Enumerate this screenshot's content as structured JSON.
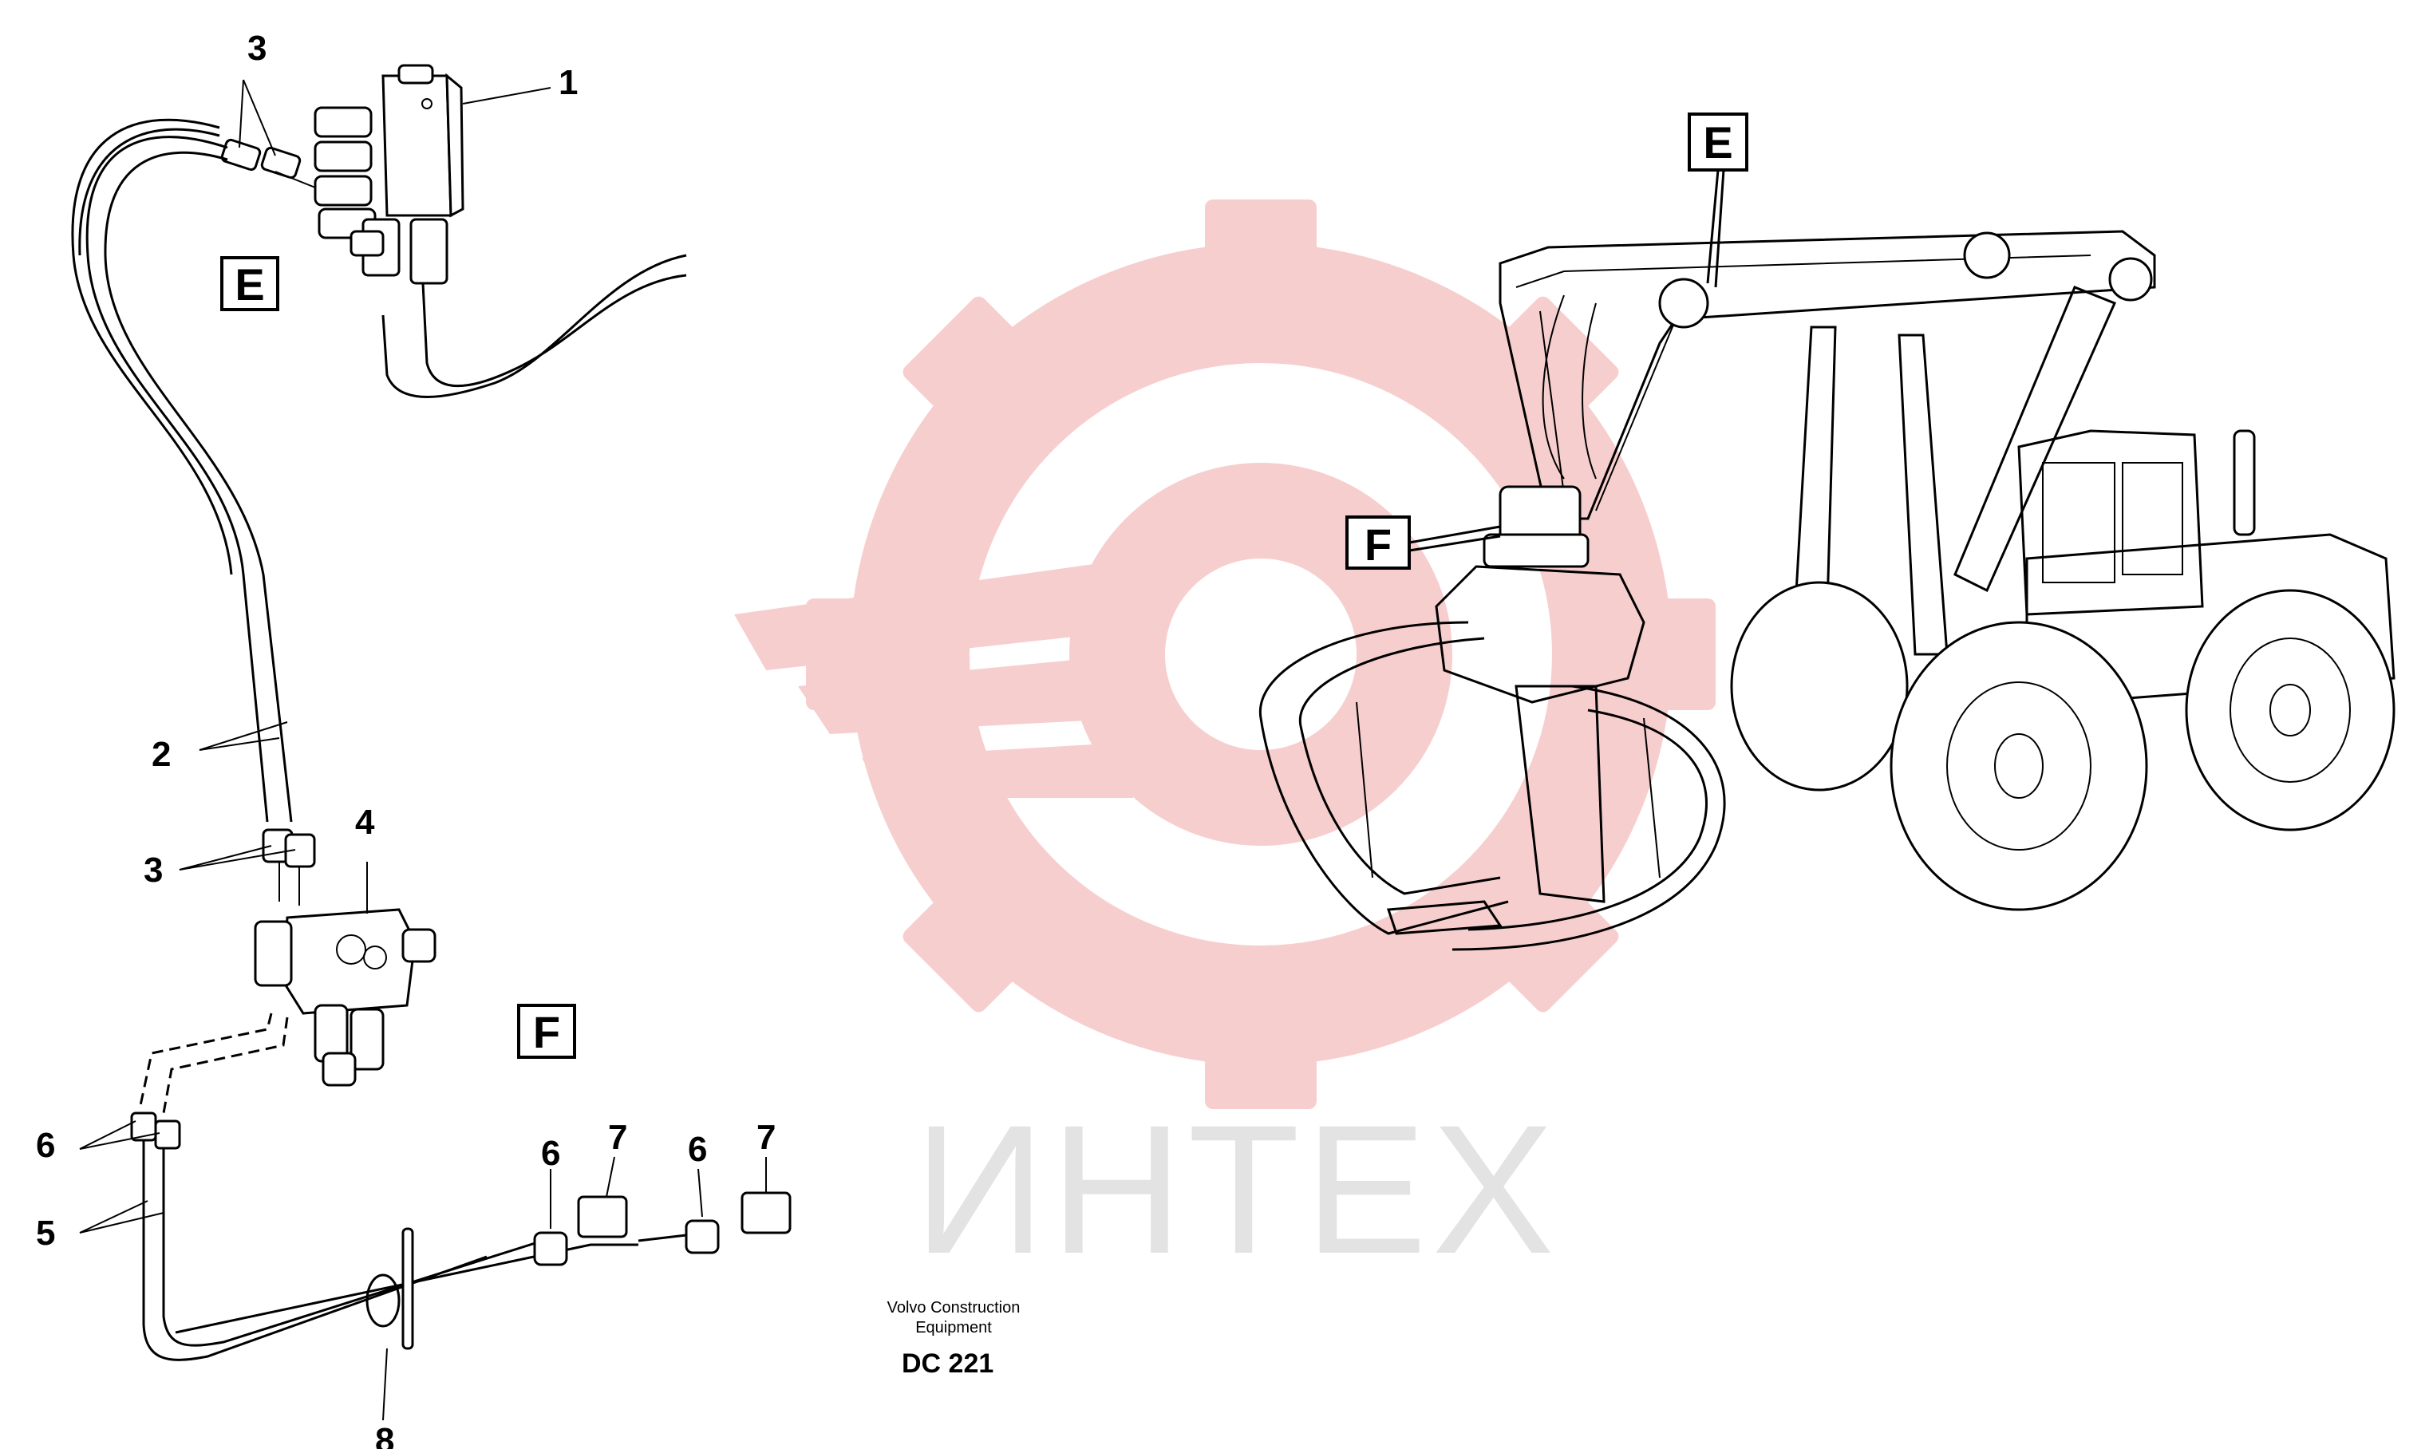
{
  "watermark": {
    "text": "ИНТЕХ",
    "gear_color": "#f7c9c9",
    "text_color": "#e3e3e3"
  },
  "view_labels": {
    "E_left": "E",
    "F_left": "F",
    "E_machine": "E",
    "F_machine": "F"
  },
  "callouts": {
    "c1": "1",
    "c3_top": "3",
    "c2": "2",
    "c3_mid": "3",
    "c4": "4",
    "c6_left": "6",
    "c5": "5",
    "c8": "8",
    "c7_a": "7",
    "c6_a": "6",
    "c6_b": "6",
    "c7_b": "7"
  },
  "caption": {
    "line1": "Volvo Construction",
    "line2": "Equipment",
    "code": "DC 221"
  }
}
